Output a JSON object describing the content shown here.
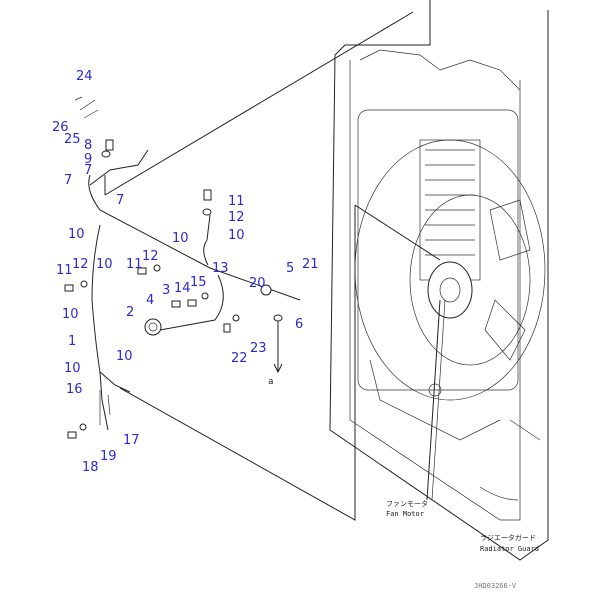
{
  "callouts": [
    "24",
    "26",
    "25",
    "8",
    "9",
    "7",
    "7",
    "7",
    "10",
    "10",
    "11",
    "12",
    "10",
    "11",
    "12",
    "10",
    "11",
    "12",
    "13",
    "20",
    "5",
    "21",
    "3",
    "4",
    "14",
    "15",
    "2",
    "6",
    "10",
    "1",
    "10",
    "10",
    "16",
    "23",
    "22",
    "17",
    "19",
    "18"
  ],
  "arrow_label": "a",
  "fan_motor": {
    "jp": "ファンモータ",
    "en": "Fan Motor"
  },
  "radiator_guard": {
    "jp": "ラジエータガード",
    "en": "Radiator Guard"
  },
  "drawing_id": "JHD03266-V"
}
